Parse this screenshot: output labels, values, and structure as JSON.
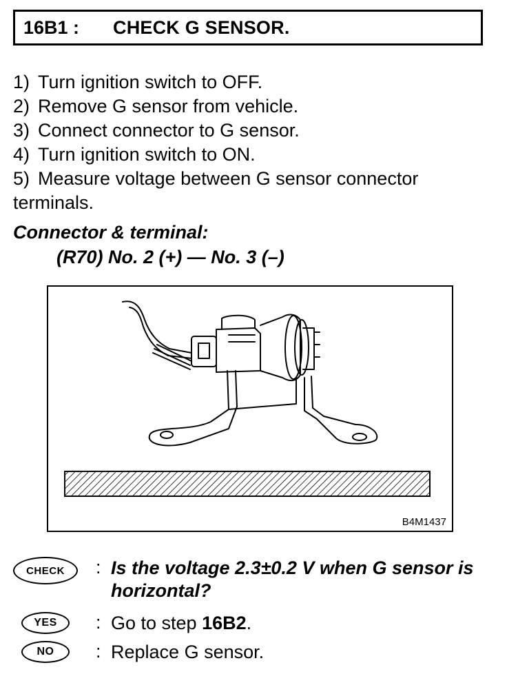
{
  "header": {
    "step_id": "16B1 :",
    "title": "CHECK G SENSOR."
  },
  "steps": [
    {
      "num": "1)",
      "text": "Turn ignition switch to OFF."
    },
    {
      "num": "2)",
      "text": "Remove G sensor from vehicle."
    },
    {
      "num": "3)",
      "text": "Connect connector to G sensor."
    },
    {
      "num": "4)",
      "text": "Turn ignition switch to ON."
    },
    {
      "num": "5)",
      "text": "Measure voltage between G sensor connector terminals."
    }
  ],
  "connector": {
    "heading": "Connector & terminal:",
    "spec": "(R70) No. 2 (+) — No. 3 (–)"
  },
  "figure": {
    "code": "B4M1437"
  },
  "check": {
    "badge": "CHECK",
    "separator": ":",
    "question": "Is the voltage 2.3±0.2 V when G sensor is horizontal?"
  },
  "yes": {
    "badge": "YES",
    "separator": ":",
    "text_prefix": "Go to step ",
    "target": "16B2",
    "text_suffix": "."
  },
  "no": {
    "badge": "NO",
    "separator": ":",
    "text": "Replace G sensor."
  }
}
